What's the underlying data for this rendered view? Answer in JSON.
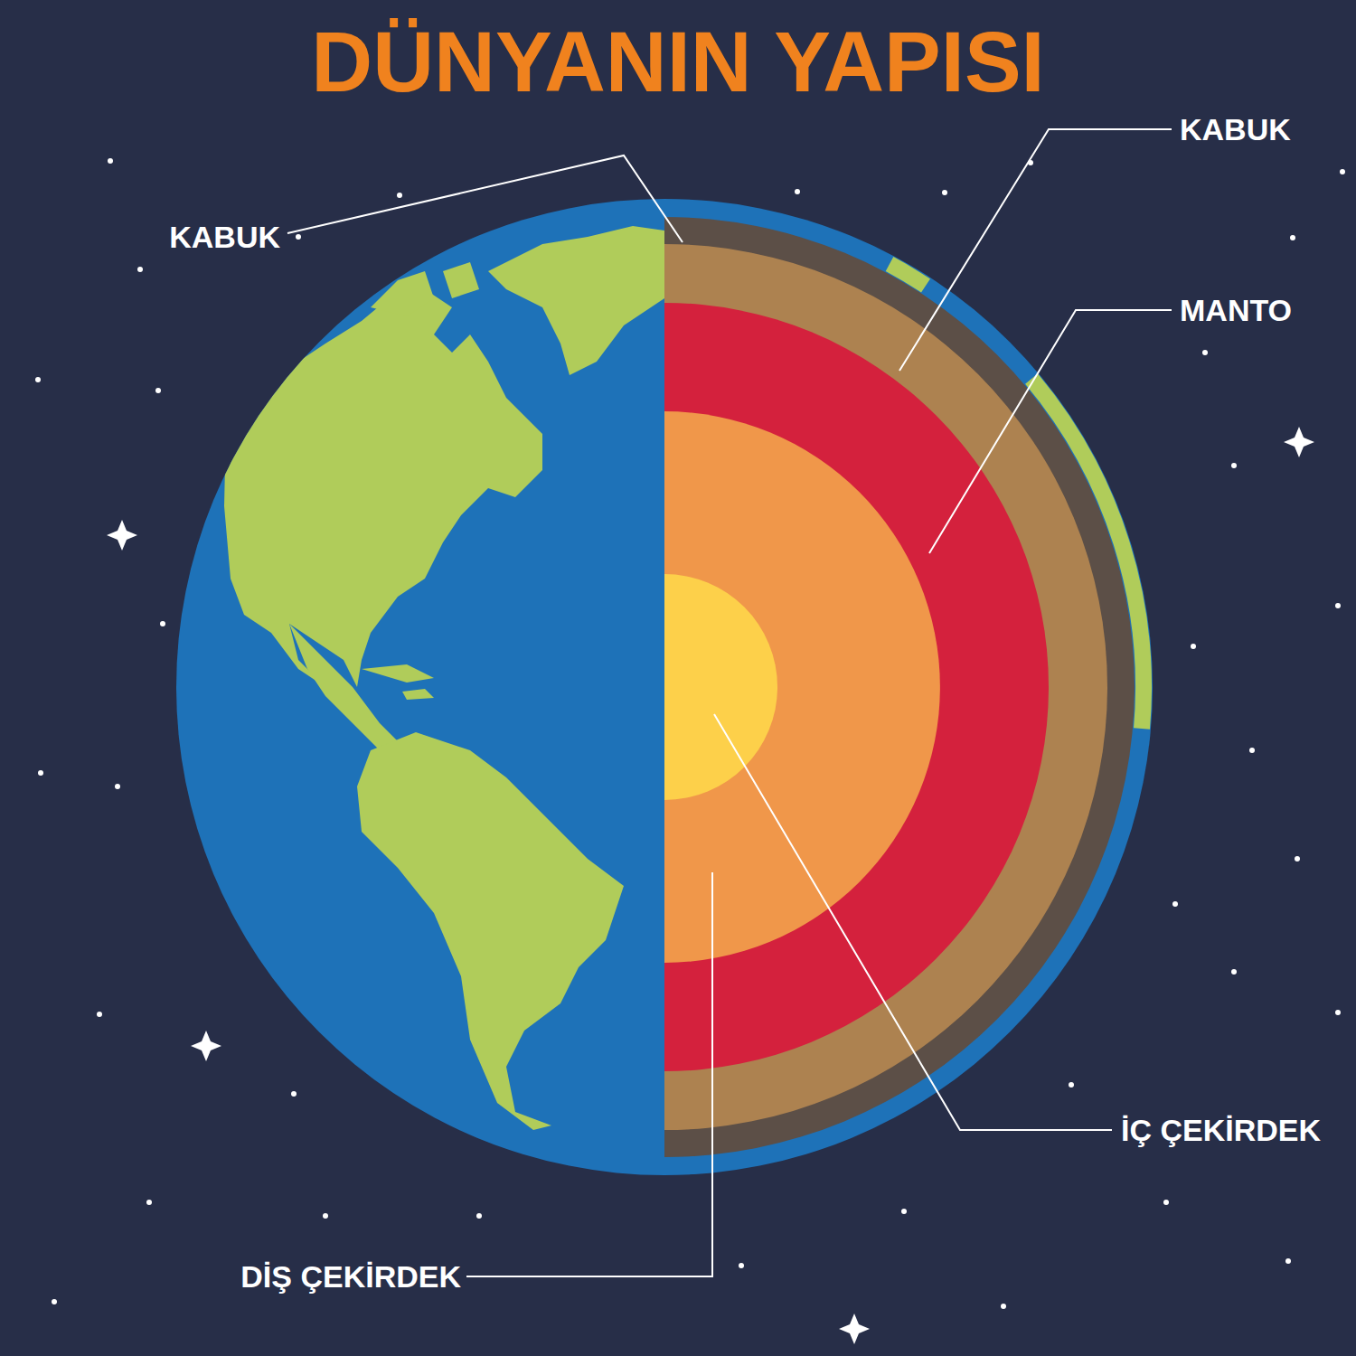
{
  "diagram": {
    "title": "DÜNYANIN YAPISI",
    "labels": [
      "KABUK",
      "KABUK",
      "MANTO",
      "İÇ ÇEKİRDEK",
      "DİŞ ÇEKİRDEK"
    ]
  }
}
